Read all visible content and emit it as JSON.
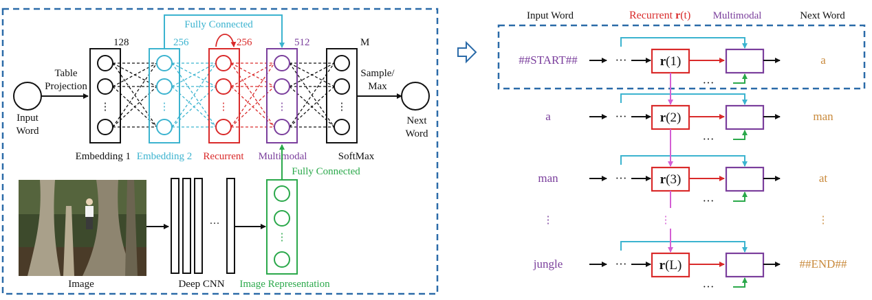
{
  "colors": {
    "black": "#111111",
    "cyan": "#3bb3cf",
    "red": "#d92a2a",
    "purple": "#7a3e9c",
    "green": "#2aa84a",
    "blue_dash": "#2a6aa8",
    "orange": "#c98a3c",
    "magenta": "#d45fd4"
  },
  "left": {
    "layer_sizes": [
      "128",
      "256",
      "256",
      "512",
      "M"
    ],
    "layer_names": [
      "Embedding 1",
      "Embedding 2",
      "Recurrent",
      "Multimodal",
      "SoftMax"
    ],
    "fully_connected_top": "Fully Connected",
    "fully_connected_bottom": "Fully Connected",
    "input_label_1": "Input",
    "input_label_2": "Word",
    "table_1": "Table",
    "table_2": "Projection",
    "sample_1": "Sample/",
    "sample_2": "Max",
    "next_1": "Next",
    "next_2": "Word",
    "image_label": "Image",
    "cnn_label": "Deep CNN",
    "image_repr_label": "Image Representation",
    "dots": "…",
    "vdots": "⋮"
  },
  "right": {
    "header_input": "Input Word",
    "header_recurrent": "Recurrent",
    "header_recurrent_r": "r",
    "header_recurrent_t": "(t)",
    "header_multimodal": "Multimodal",
    "header_next": "Next Word",
    "rows": [
      {
        "input": "##START##",
        "r_arg": "(1)",
        "next": "a"
      },
      {
        "input": "a",
        "r_arg": "(2)",
        "next": "man"
      },
      {
        "input": "man",
        "r_arg": "(3)",
        "next": "at"
      },
      {
        "input": "jungle",
        "r_arg": "(L)",
        "next": "##END##"
      }
    ],
    "r_symbol": "r",
    "dots": "···",
    "vdots": "⋮"
  },
  "arrow_icon": "hollow-right-arrow-icon"
}
